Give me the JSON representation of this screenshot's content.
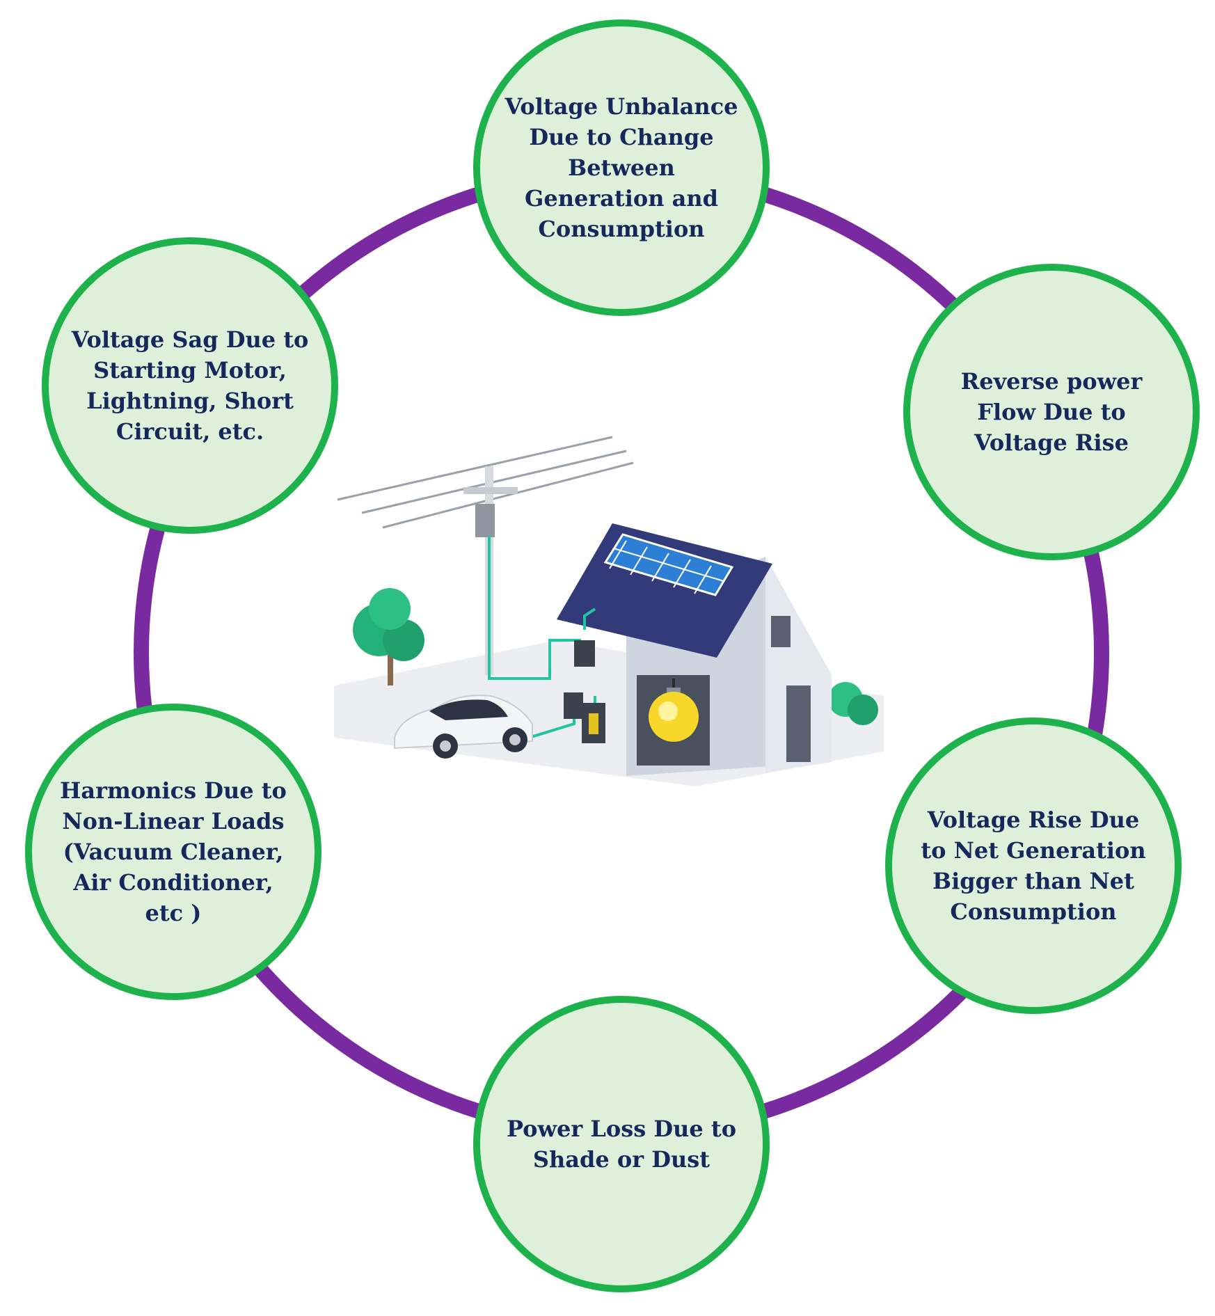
{
  "colors": {
    "ring": "#7a2aa0",
    "node_border": "#1db24b",
    "node_fill": "#dff0da",
    "text": "#14285c"
  },
  "illustration": {
    "name": "home-solar-ev-grid-illustration",
    "elements": [
      "utility-pole",
      "house-with-solar-panels",
      "electric-car",
      "light-bulb",
      "trees"
    ]
  },
  "nodes": [
    {
      "id": "top",
      "text": "Voltage Unbalance\nDue to Change\nBetween\nGeneration and\nConsumption"
    },
    {
      "id": "upper-right",
      "text": "Reverse power\nFlow Due to\nVoltage Rise"
    },
    {
      "id": "lower-right",
      "text": "Voltage Rise Due\nto Net Generation\nBigger than Net\nConsumption"
    },
    {
      "id": "bottom",
      "text": "Power Loss Due to\nShade or Dust"
    },
    {
      "id": "lower-left",
      "text": "Harmonics Due to\nNon-Linear Loads\n(Vacuum Cleaner,\nAir Conditioner,\netc )"
    },
    {
      "id": "upper-left",
      "text": "Voltage Sag Due to\nStarting Motor,\nLightning, Short\nCircuit, etc."
    }
  ]
}
